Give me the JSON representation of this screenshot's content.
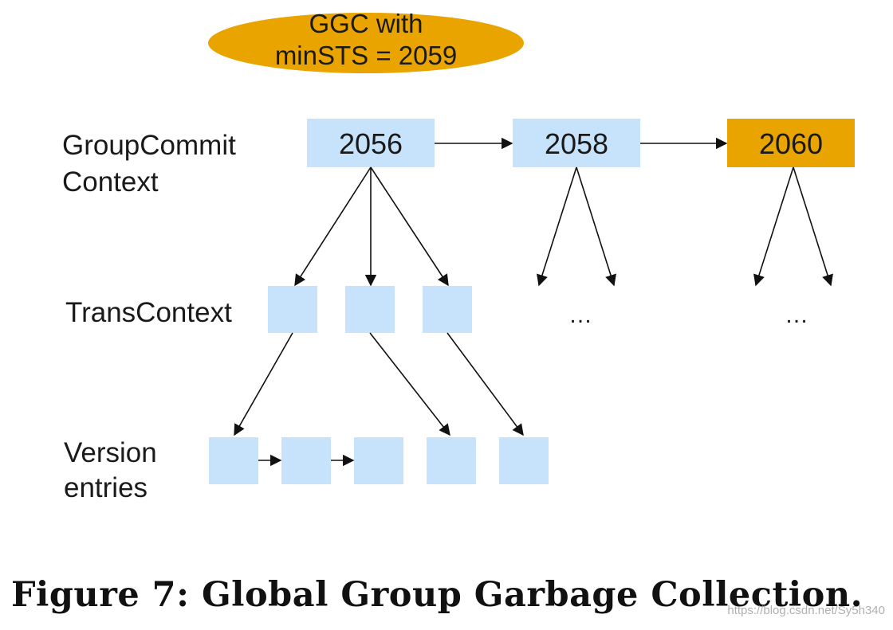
{
  "colors": {
    "light_blue": "#c6e3fb",
    "orange": "#e9a400",
    "arrow": "#111111"
  },
  "ggc_bubble": {
    "line1": "GGC with",
    "line2": "minSTS = 2059"
  },
  "row_labels": {
    "group_commit_line1": "GroupCommit",
    "group_commit_line2": "Context",
    "trans_context": "TransContext",
    "version_line1": "Version",
    "version_line2": "entries"
  },
  "group_commit_nodes": [
    {
      "value": "2056",
      "highlighted": false
    },
    {
      "value": "2058",
      "highlighted": false
    },
    {
      "value": "2060",
      "highlighted": true
    }
  ],
  "ellipsis": [
    "…",
    "…"
  ],
  "caption": "Figure 7: Global Group Garbage Collection.",
  "watermark": "https://blog.csdn.net/Sy5h340"
}
